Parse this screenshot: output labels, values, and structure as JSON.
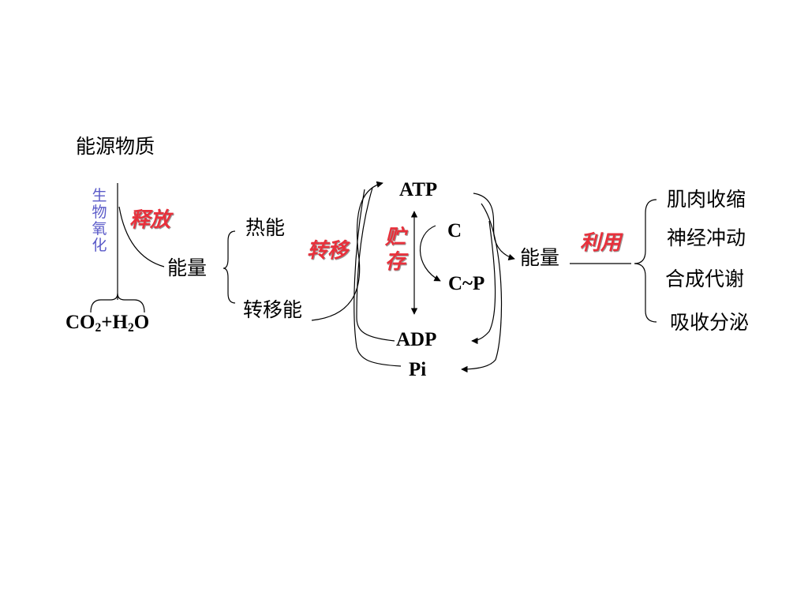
{
  "source": "能源物质",
  "bio_oxidation": [
    "生",
    "物",
    "氧",
    "化"
  ],
  "release": "释放",
  "energy_left": "能量",
  "products": {
    "co": "CO",
    "co_sub": "2",
    "plus_h": "+H",
    "h_sub": "2",
    "o": "O"
  },
  "heat_energy": "热能",
  "transfer_energy": "转移能",
  "transfer": "转移",
  "store": [
    "贮",
    "存"
  ],
  "atp": "ATP",
  "c": "C",
  "c_p": "C~P",
  "adp": "ADP",
  "pi": "Pi",
  "energy_right": "能量",
  "utilize": "利用",
  "uses": [
    "肌肉收缩",
    "神经冲动",
    "合成代谢",
    "吸收分泌"
  ],
  "colors": {
    "text": "#000000",
    "accent_red": "#e8303b",
    "accent_blue": "#5a5ac8"
  }
}
